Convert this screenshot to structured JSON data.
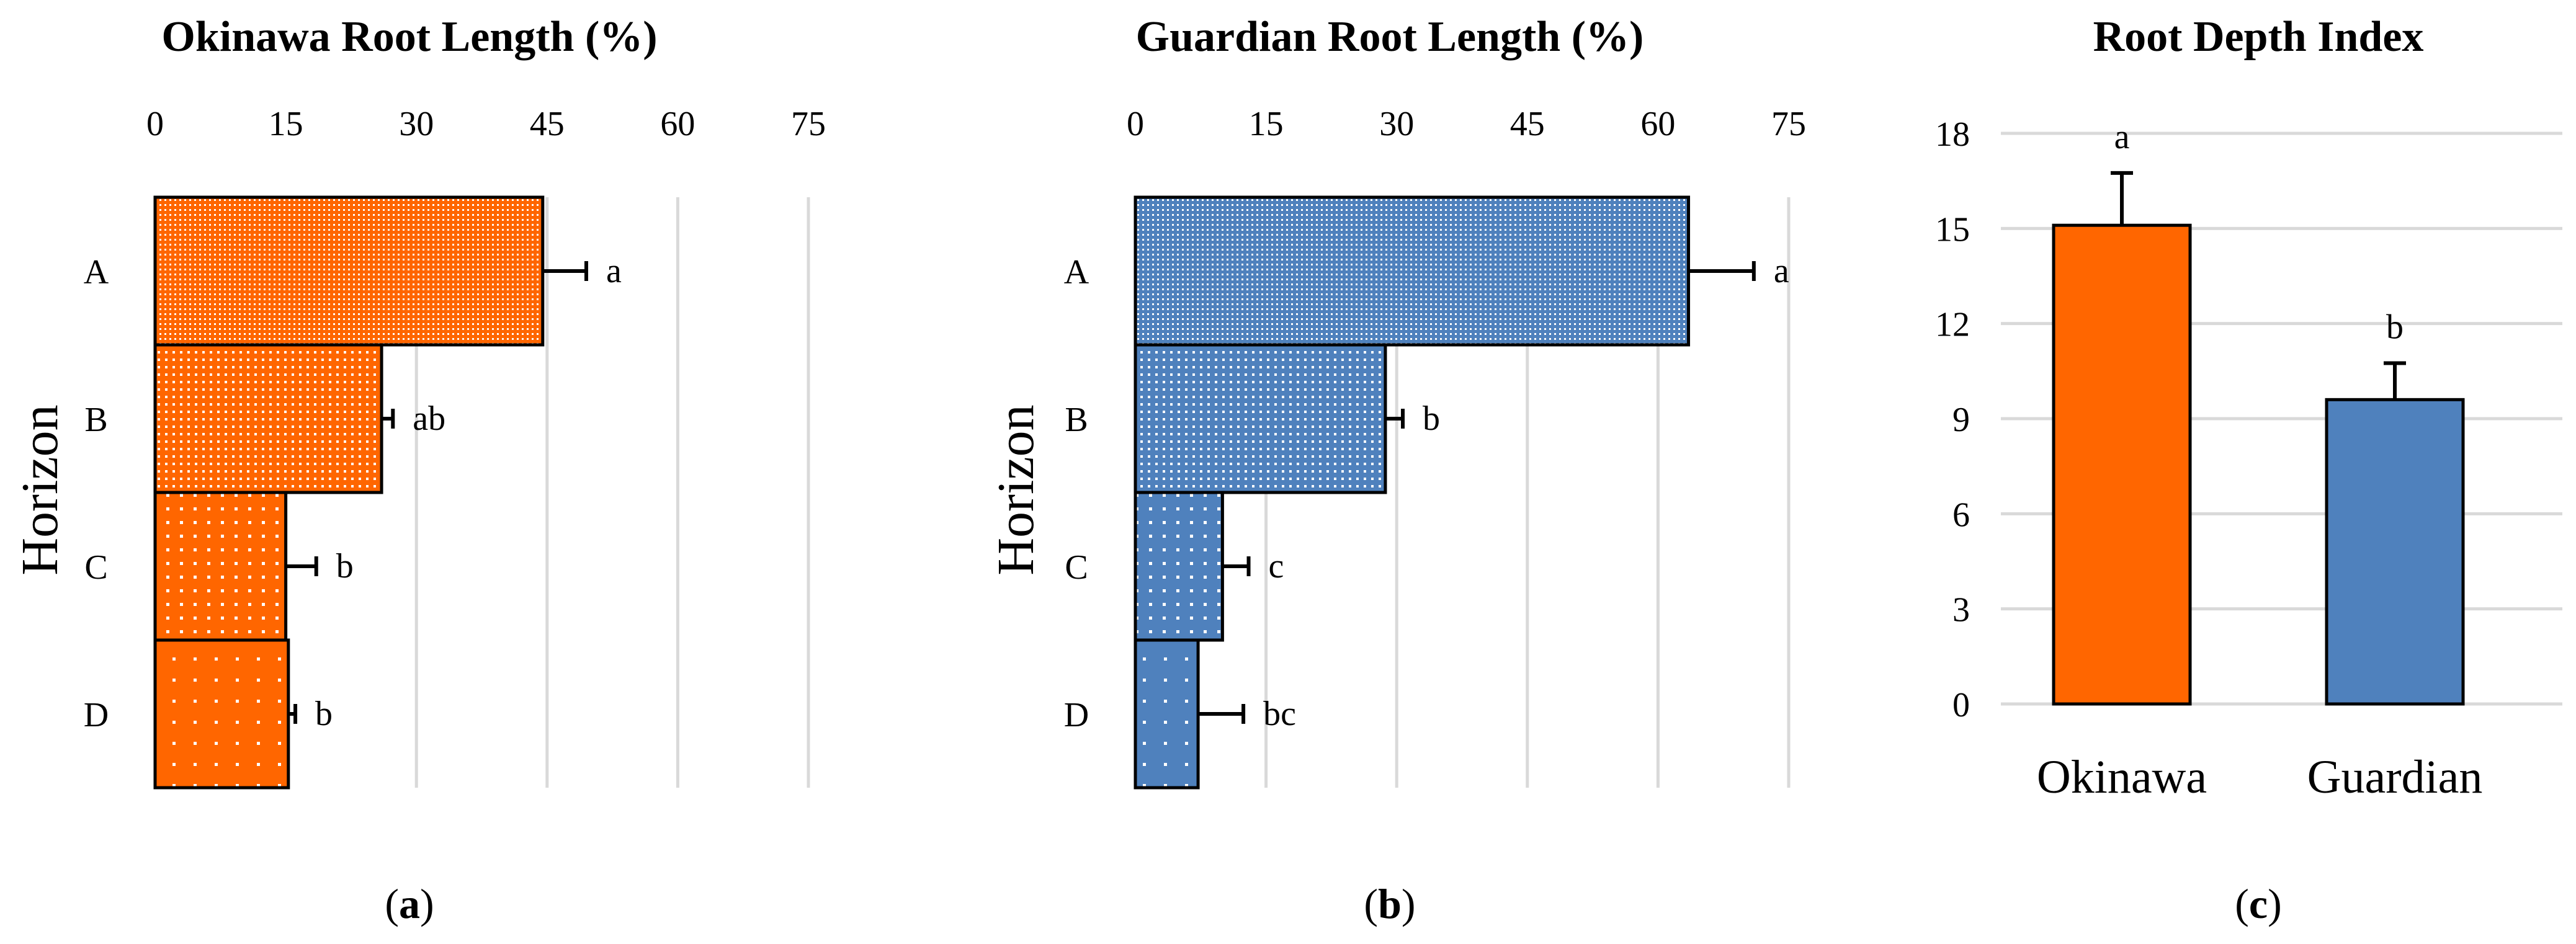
{
  "colors": {
    "okinawa": "#ff6600",
    "guardian": "#4f81bd",
    "grid": "#d9d9d9",
    "axis": "#000000"
  },
  "chart_data": [
    {
      "type": "bar",
      "orientation": "horizontal",
      "title": "Okinawa Root Length (%)",
      "ylabel": "Horizon",
      "xlabel": "",
      "categories": [
        "A",
        "B",
        "C",
        "D"
      ],
      "values": [
        44.5,
        26,
        15,
        15.3
      ],
      "errors": [
        5,
        1.3,
        3.5,
        0.8
      ],
      "significance": [
        "a",
        "ab",
        "b",
        "b"
      ],
      "xlim": [
        0,
        75
      ],
      "xticks": [
        "0",
        "15",
        "30",
        "45",
        "60",
        "75"
      ],
      "grid": true,
      "color": "#ff6600",
      "panel_label": "(a)",
      "panel_letter": "a"
    },
    {
      "type": "bar",
      "orientation": "horizontal",
      "title": "Guardian Root Length (%)",
      "ylabel": "Horizon",
      "xlabel": "",
      "categories": [
        "A",
        "B",
        "C",
        "D"
      ],
      "values": [
        63.5,
        28.7,
        10,
        7.2
      ],
      "errors": [
        7.5,
        2,
        3,
        5.2
      ],
      "significance": [
        "a",
        "b",
        "c",
        "bc"
      ],
      "xlim": [
        0,
        75
      ],
      "xticks": [
        "0",
        "15",
        "30",
        "45",
        "60",
        "75"
      ],
      "grid": true,
      "color": "#4f81bd",
      "panel_label": "(b)",
      "panel_letter": "b"
    },
    {
      "type": "bar",
      "orientation": "vertical",
      "title": "Root Depth Index",
      "xlabel": "",
      "ylabel": "",
      "categories": [
        "Okinawa",
        "Guardian"
      ],
      "values": [
        15.1,
        9.6
      ],
      "errors": [
        1.65,
        1.15
      ],
      "significance": [
        "a",
        "b"
      ],
      "colors": [
        "#ff6600",
        "#4f81bd"
      ],
      "ylim": [
        0,
        18
      ],
      "yticks": [
        "0",
        "3",
        "6",
        "9",
        "12",
        "15",
        "18"
      ],
      "grid": true,
      "panel_label": "(c)",
      "panel_letter": "c"
    }
  ]
}
